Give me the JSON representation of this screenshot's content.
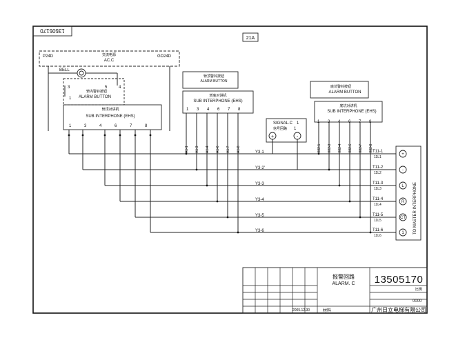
{
  "drawing_no": "13505170",
  "drawing_no_mirrored": "13505170",
  "sheet_tag": "21A",
  "power": {
    "cn": "交流电源",
    "label": "AC.C",
    "left": "P24D",
    "right": "GD24D"
  },
  "bell": "BELL",
  "alarm_button": "ALARM BUTTON",
  "alarm_button_cn": "轿内警铃按钮",
  "sub_interphone": "SUB INTERPHONE (EHS)",
  "sub_interphone_cn": "轿顶对讲机",
  "top_alarm_cn": "轿顶警铃按钮",
  "top_sub_cn": "轿底对讲机",
  "pit_alarm_cn": "底坑警铃按钮",
  "pit_sub_cn": "底坑对讲机",
  "signal": {
    "label": "SIGNAL.C",
    "num": "1",
    "cn": "信号回路",
    "num2": "1"
  },
  "wire_tags_a": [
    "A1-1",
    "A1-3",
    "A1-4",
    "A1-6",
    "A1-7",
    "A1-8"
  ],
  "wire_tags_x": [
    "X82-1",
    "X82-3",
    "X82-4",
    "X82-6",
    "X82-7",
    "X82-8"
  ],
  "y_lines": [
    "Y3-1",
    "Y3-2'",
    "Y3-3",
    "Y3-4",
    "Y3-5",
    "Y3-6"
  ],
  "t_upper": [
    "T11-1",
    "T11-2",
    "T11-3",
    "T11-4",
    "T11-5",
    "T11-6"
  ],
  "t_lower": [
    "11L1",
    "11L2",
    "11L3",
    "11L4",
    "11L5",
    "11L6"
  ],
  "terminals": [
    "+",
    "-",
    "L",
    "R",
    "CT",
    "1"
  ],
  "master": "TO MASTER INTERPHONE",
  "pins_box1": [
    "1",
    "3",
    "4",
    "6",
    "7",
    "8"
  ],
  "pins_box2": [
    "1",
    "3",
    "4",
    "6",
    "7",
    "8"
  ],
  "pins_box3": [
    "1",
    "3",
    "4",
    "6",
    "7",
    "8"
  ],
  "title": {
    "cn": "报警回路",
    "en": "ALARM. C",
    "number": "13505170",
    "company": "广州日立电梯有限公司",
    "material": "材料",
    "date": "2005.12.30",
    "sheet": "0000",
    "scale": "比例"
  }
}
